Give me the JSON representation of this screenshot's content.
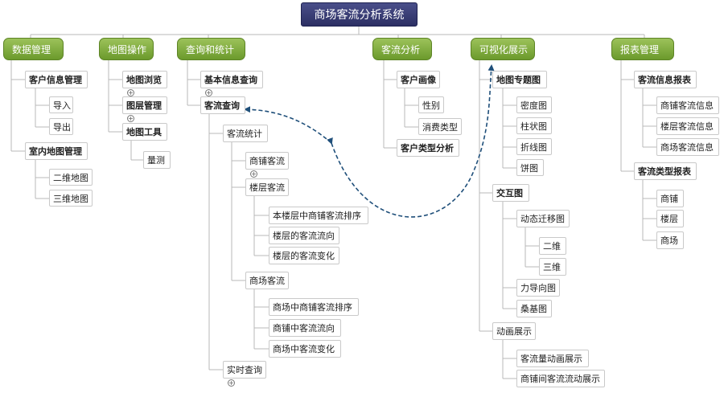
{
  "title": "商场客流分析系统",
  "branches": {
    "data_mgmt": {
      "label": "数据管理",
      "customer_info": {
        "label": "客户信息管理",
        "import": "导入",
        "export": "导出"
      },
      "indoor_map": {
        "label": "室内地图管理",
        "map2d": "二维地图",
        "map3d": "三维地图"
      }
    },
    "map_ops": {
      "label": "地图操作",
      "browse": "地图浏览",
      "layers": "图层管理",
      "tools": {
        "label": "地图工具",
        "measure": "量测"
      }
    },
    "query": {
      "label": "查询和统计",
      "basic_info": "基本信息查询",
      "flow_query": {
        "label": "客流查询",
        "stats": {
          "label": "客流统计",
          "shop_flow": "商铺客流",
          "floor_flow": {
            "label": "楼层客流",
            "items": [
              "本楼层中商铺客流排序",
              "楼层的客流流向",
              "楼层的客流变化"
            ]
          },
          "mall_flow": {
            "label": "商场客流",
            "items": [
              "商场中商铺客流排序",
              "商铺中客流流向",
              "商场中客流变化"
            ]
          }
        },
        "realtime": "实时查询"
      }
    },
    "analysis": {
      "label": "客流分析",
      "portrait": {
        "label": "客户画像",
        "gender": "性别",
        "consumption": "消费类型"
      },
      "type_analysis": "客户类型分析"
    },
    "visual": {
      "label": "可视化展示",
      "thematic": {
        "label": "地图专题图",
        "items": [
          "密度图",
          "柱状图",
          "折线图",
          "饼图"
        ]
      },
      "interactive": {
        "label": "交互图",
        "migration": {
          "label": "动态迁移图",
          "d2": "二维",
          "d3": "三维"
        },
        "force": "力导向图",
        "sankey": "桑基图"
      },
      "animation": {
        "label": "动画展示",
        "items": [
          "客流量动画展示",
          "商铺间客流流动展示"
        ]
      }
    },
    "reports": {
      "label": "报表管理",
      "info": {
        "label": "客流信息报表",
        "items": [
          "商铺客流信息",
          "楼层客流信息",
          "商场客流信息"
        ]
      },
      "type": {
        "label": "客流类型报表",
        "items": [
          "商铺",
          "楼层",
          "商场"
        ]
      }
    }
  },
  "expand_symbol": "+",
  "colors": {
    "root_fill": "#2c2f63",
    "category_fill": "#7fa93c",
    "connector": "#b9b9b9",
    "link_arrow": "#1f4f7a"
  }
}
